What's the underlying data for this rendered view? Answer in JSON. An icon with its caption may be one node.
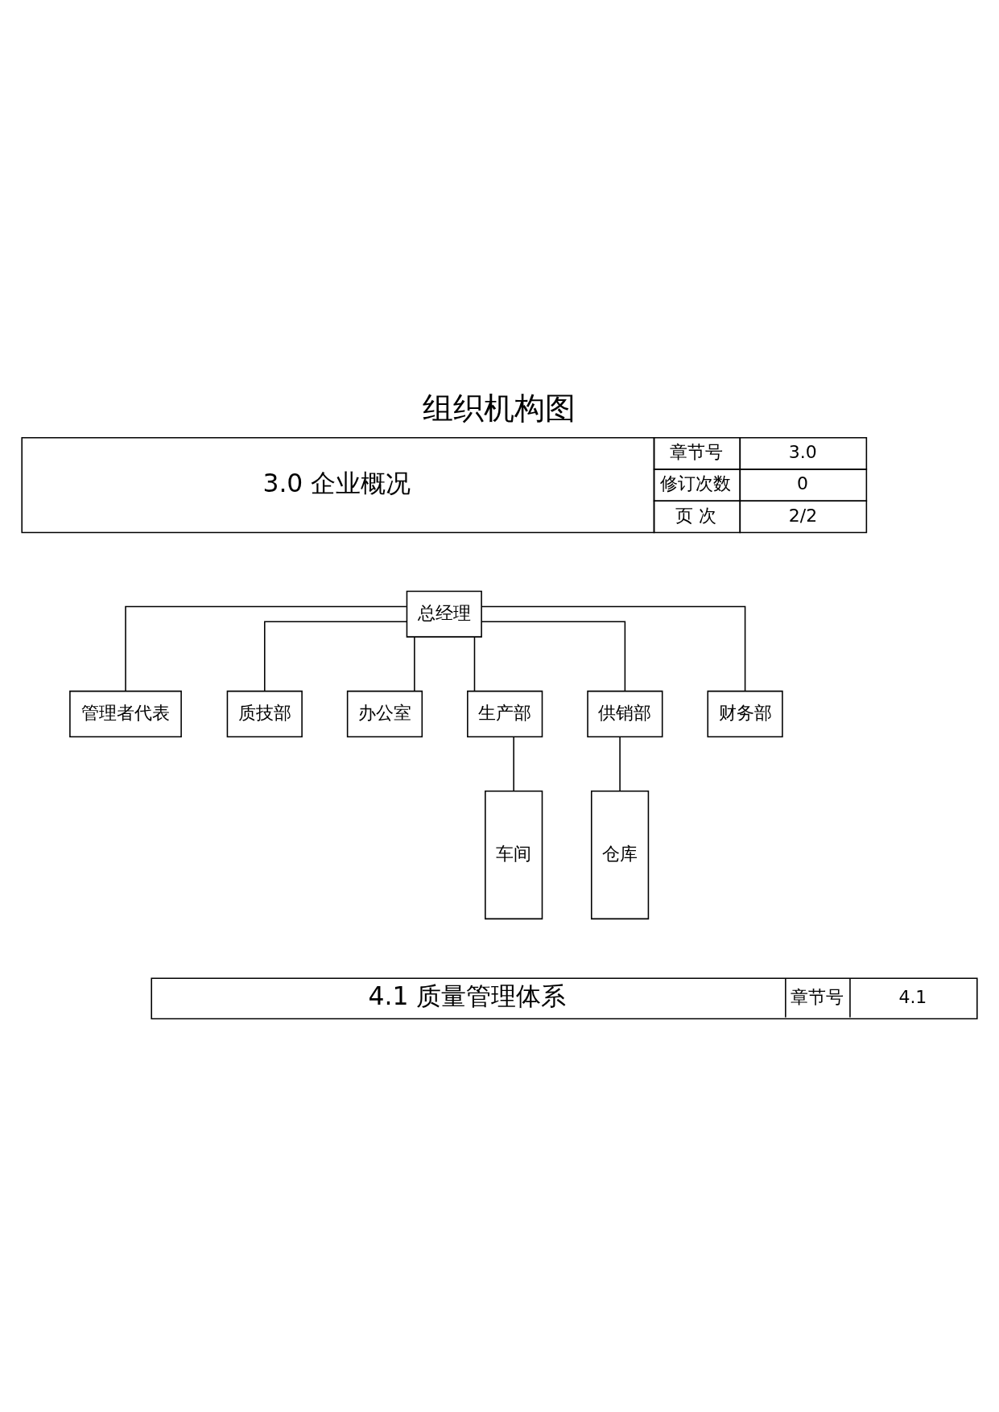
{
  "diagram": {
    "title": "组织机构图",
    "nodes": [
      {
        "text": [
          "总经理"
        ]
      },
      {
        "text": [
          "管理者代表"
        ]
      },
      {
        "text": [
          "质技部"
        ]
      },
      {
        "text": [
          "办公室"
        ]
      },
      {
        "text": [
          "生产部"
        ]
      },
      {
        "text": [
          "供销部"
        ]
      },
      {
        "text": [
          "财务部"
        ]
      },
      {
        "text": [
          "车间"
        ]
      },
      {
        "text": [
          "仓库"
        ]
      }
    ],
    "edges": [
      {
        "from": 0,
        "to": 1,
        "arrow": "none"
      },
      {
        "from": 0,
        "to": 2,
        "arrow": "none"
      },
      {
        "from": 0,
        "to": 3,
        "arrow": "none"
      },
      {
        "from": 0,
        "to": 4,
        "arrow": "none"
      },
      {
        "from": 0,
        "to": 5,
        "arrow": "none"
      },
      {
        "from": 0,
        "to": 6,
        "arrow": "none"
      },
      {
        "from": 4,
        "to": 7,
        "arrow": "none"
      },
      {
        "from": 5,
        "to": 8,
        "arrow": "none"
      }
    ],
    "labels": [
      "3.0 企业概况",
      "章节号",
      "3.0",
      "修订次数",
      "0",
      "页 次",
      "2/2",
      "4.1 质量管理体系",
      "章节号",
      "4.1"
    ]
  }
}
